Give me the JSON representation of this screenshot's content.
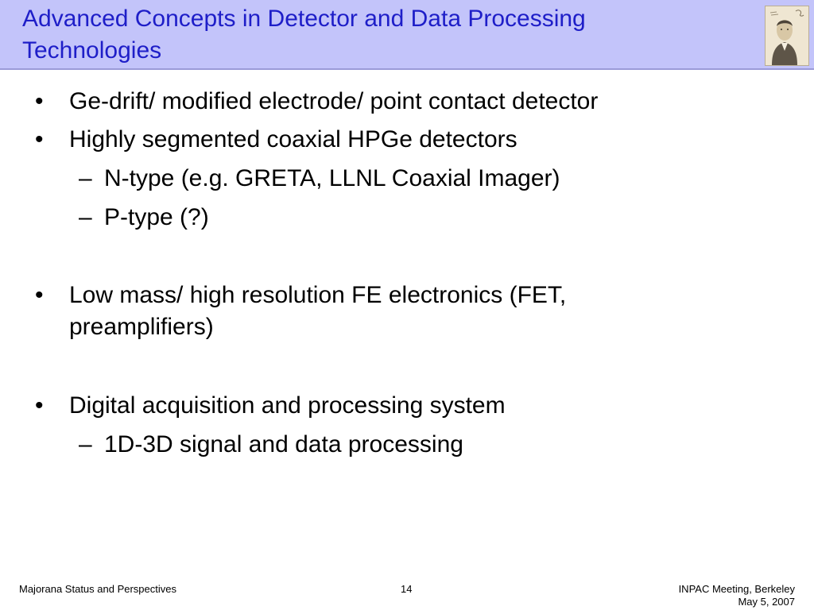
{
  "slide": {
    "title": "Advanced Concepts in Detector and Data Processing Technologies",
    "colors": {
      "title_bar": "#c3c4fa",
      "title_text": "#1e1ec8",
      "body_text": "#000000"
    },
    "portrait_icon": "portrait-photo-icon",
    "bullets": [
      {
        "level": 1,
        "marker": "•",
        "text": "Ge-drift/ modified electrode/ point contact detector"
      },
      {
        "level": 1,
        "marker": "•",
        "text": "Highly segmented coaxial HPGe detectors"
      },
      {
        "level": 2,
        "marker": "–",
        "text": "N-type (e.g. GRETA, LLNL Coaxial Imager)"
      },
      {
        "level": 2,
        "marker": "–",
        "text": "P-type (?)"
      },
      {
        "level": 1,
        "marker": "•",
        "text": "Low mass/ high resolution FE electronics (FET, preamplifiers)"
      },
      {
        "level": 1,
        "marker": "•",
        "text": "Digital acquisition and processing system"
      },
      {
        "level": 2,
        "marker": "–",
        "text": "1D-3D signal and data processing"
      }
    ]
  },
  "footer": {
    "left": "Majorana  Status and Perspectives",
    "center": "14",
    "right_line1": "INPAC Meeting, Berkeley",
    "right_line2": "May 5, 2007"
  }
}
